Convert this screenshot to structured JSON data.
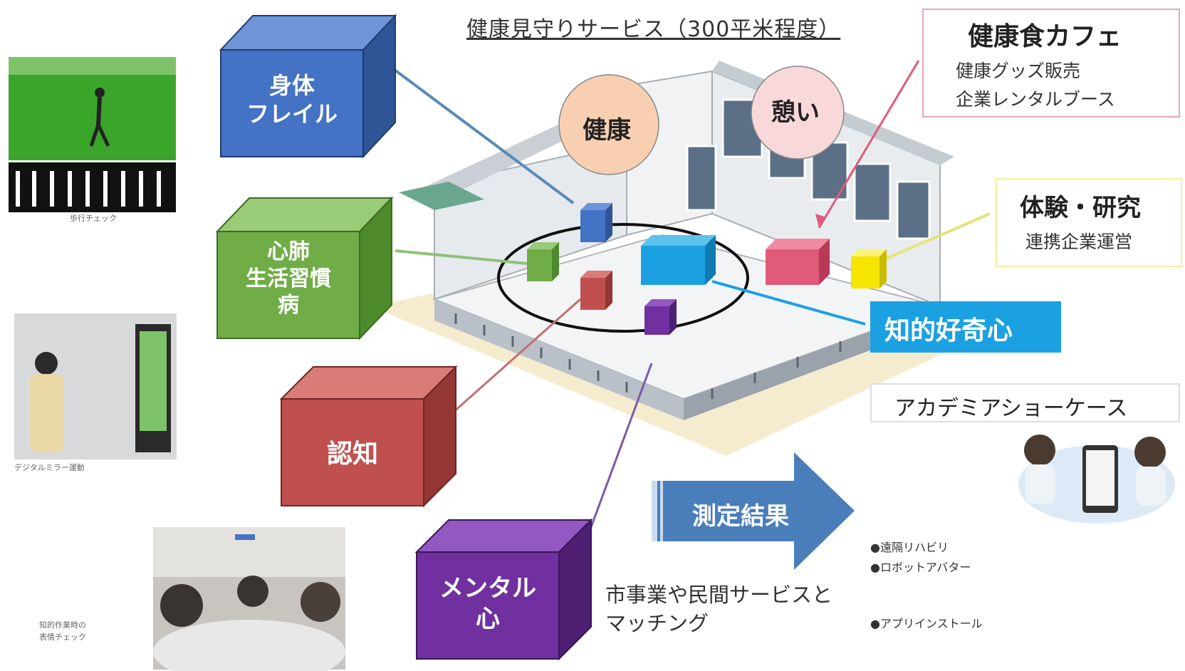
{
  "title": "健康見守りサービス（300平米程度）",
  "bubbles": {
    "health": "健康",
    "rest": "憩い"
  },
  "cubes": {
    "body": "身体\nフレイル",
    "cardio": "心肺\n生活習慣\n病",
    "cognitive": "認知",
    "mental": "メンタル\n心"
  },
  "cafe_box": {
    "title": "健康食カフェ",
    "line1": "健康グッズ販売",
    "line2": "企業レンタルブース"
  },
  "research_box": {
    "title": "体験・研究",
    "line1": "連携企業運営"
  },
  "curiosity_label": "知的好奇心",
  "academia_label": "アカデミアショーケース",
  "arrow_label": "測定結果",
  "matching_text": {
    "line1": "市事業や民間サービスと",
    "line2": "マッチング"
  },
  "bullets": [
    "●遠隔リハビリ",
    "●ロボットアバター",
    "●アプリインストール"
  ],
  "photo_captions": {
    "gait": "歩行チェック",
    "mirror": "デジタルミラー運動",
    "meeting": "知的作業時の\n表情チェック"
  },
  "colors": {
    "blue": "#4472c4",
    "green": "#70ad47",
    "red": "#c0504d",
    "purple": "#7030a0",
    "cyan": "#1ba1e2",
    "pink": "#e05a7a",
    "yellow": "#f5e500",
    "arrow_blue": "#4a7ebb"
  }
}
